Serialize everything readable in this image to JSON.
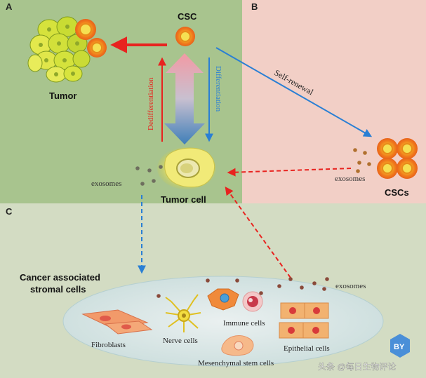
{
  "panels": {
    "a": {
      "letter": "A",
      "color": "#a8c48e"
    },
    "b": {
      "letter": "B",
      "color": "#f2cfc6"
    },
    "c": {
      "letter": "C",
      "color": "#d3dcc3"
    }
  },
  "labels": {
    "csc": "CSC",
    "tumor": "Tumor",
    "tumor_cell": "Tumor cell",
    "cscs": "CSCs",
    "dedifferentiation": "Dedifferentiation",
    "differentiation": "Differentiation",
    "self_renewal": "Self-renewal",
    "exosomes_left": "exosomes",
    "exosomes_right": "exosomes",
    "exosomes_bottom": "exosomes",
    "stromal_line1": "Cancer associated",
    "stromal_line2": "stromal cells",
    "fibroblasts": "Fibroblasts",
    "nerve_cells": "Nerve cells",
    "immune_cells": "Immune cells",
    "epithelial_cells": "Epithelial cells",
    "mesenchymal": "Mesenchymal stem cells"
  },
  "watermark": {
    "logo_text": "BY",
    "text": "头条 @每日生物评论"
  },
  "colors": {
    "red_arrow": "#e8231f",
    "blue_arrow": "#2a7fd4",
    "csc_orange": "#f28a1c",
    "csc_core": "#f2c418",
    "exosome": "#8a5a3a"
  }
}
